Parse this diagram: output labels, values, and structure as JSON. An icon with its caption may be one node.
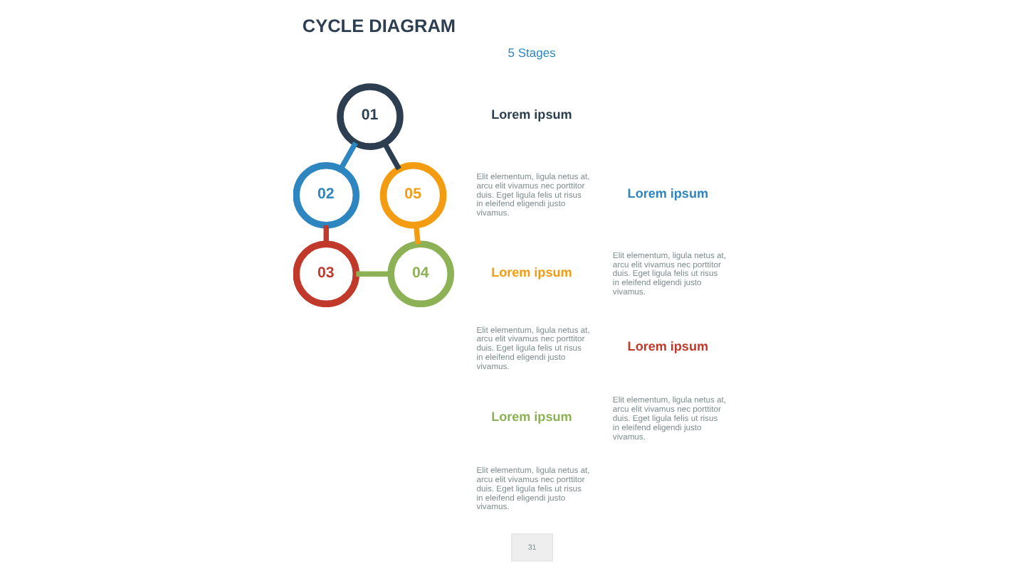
{
  "diagram": {
    "title": "CYCLE DIAGRAM",
    "nodes": [
      {
        "text": [
          "01"
        ]
      },
      {
        "text": [
          "02"
        ]
      },
      {
        "text": [
          "03"
        ]
      },
      {
        "text": [
          "04"
        ]
      },
      {
        "text": [
          "05"
        ]
      }
    ],
    "edges": [
      {
        "from": 0,
        "to": 1,
        "arrow": "none",
        "color": "#2e86c1"
      },
      {
        "from": 1,
        "to": 2,
        "arrow": "none",
        "color": "#c0392b"
      },
      {
        "from": 2,
        "to": 3,
        "arrow": "none",
        "color": "#8db255"
      },
      {
        "from": 3,
        "to": 4,
        "arrow": "none",
        "color": "#f39c12"
      },
      {
        "from": 4,
        "to": 0,
        "arrow": "none",
        "color": "#2c3e50"
      }
    ],
    "labels": [
      "5 Stages",
      "Lorem ipsum",
      "Elit elementum, ligula netus at, arcu elit vivamus nec porttitor duis. Eget ligula felis ut risus in eleifend eligendi justo vivamus.",
      "Lorem ipsum",
      "Elit elementum, ligula netus at, arcu elit vivamus nec porttitor duis. Eget ligula felis ut risus in eleifend eligendi justo vivamus.",
      "Lorem ipsum",
      "Elit elementum, ligula netus at, arcu elit vivamus nec porttitor duis. Eget ligula felis ut risus in eleifend eligendi justo vivamus.",
      "Lorem ipsum",
      "Elit elementum, ligula netus at, arcu elit vivamus nec porttitor duis. Eget ligula felis ut risus in eleifend eligendi justo vivamus.",
      "Lorem ipsum",
      "Elit elementum, ligula netus at, arcu elit vivamus nec porttitor duis. Eget ligula felis ut risus in eleifend eligendi justo vivamus.",
      "31"
    ]
  }
}
